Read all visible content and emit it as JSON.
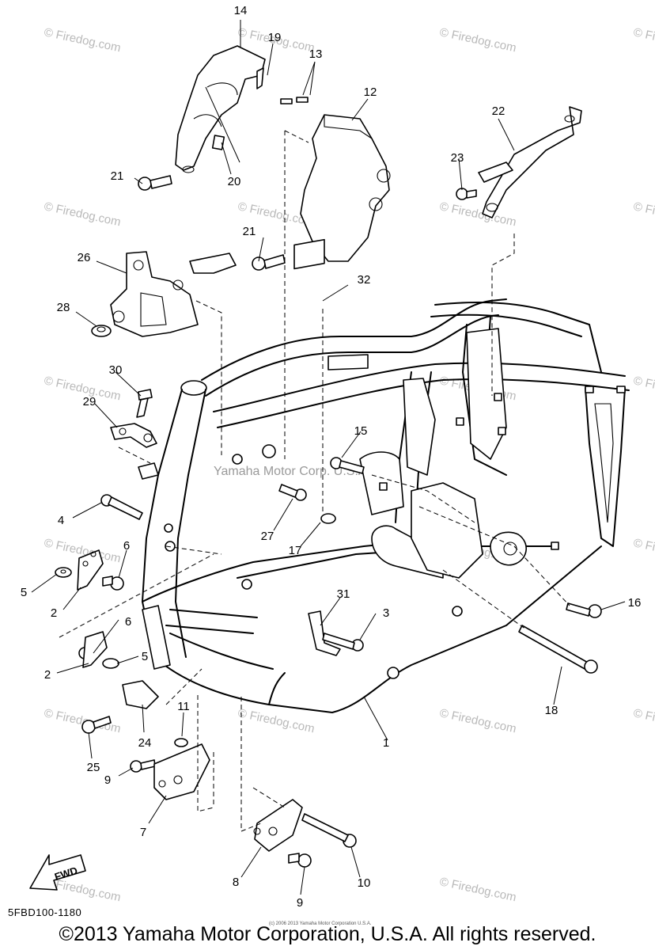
{
  "diagram": {
    "callouts": [
      "1",
      "2",
      "2",
      "3",
      "4",
      "5",
      "5",
      "6",
      "6",
      "7",
      "8",
      "9",
      "9",
      "10",
      "11",
      "12",
      "13",
      "14",
      "15",
      "16",
      "17",
      "18",
      "19",
      "20",
      "21",
      "21",
      "22",
      "23",
      "24",
      "25",
      "26",
      "27",
      "28",
      "29",
      "30",
      "31",
      "32"
    ],
    "watermark": "© Firedog.com",
    "center_watermark": "Yamaha Motor Corp. U.S.A.",
    "fwd_label": "FWD"
  },
  "catalog_code": "5FBD100-1180",
  "small_copyright": "(c) 2006 2013 Yamaha Motor Corporation U.S.A.",
  "footer": "©2013 Yamaha Motor Corporation, U.S.A. All rights reserved."
}
